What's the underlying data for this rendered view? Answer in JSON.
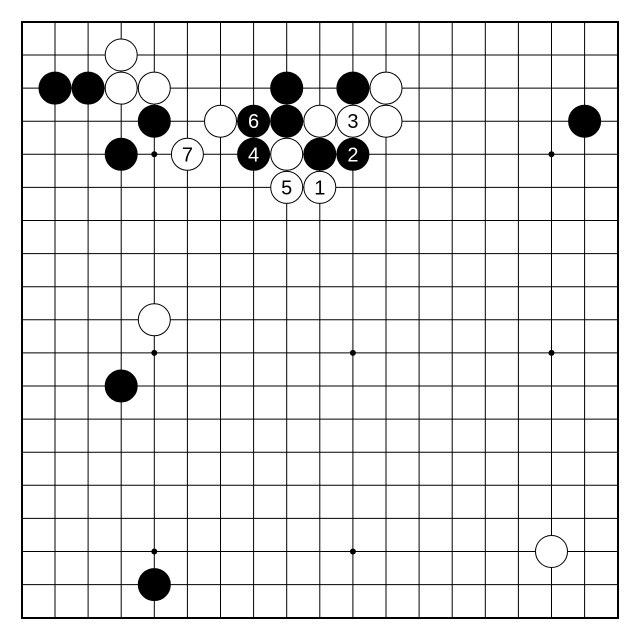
{
  "board": {
    "size": 19,
    "colors": {
      "background": "#ffffff",
      "line": "#000000",
      "black": "#000000",
      "white": "#ffffff"
    },
    "hoshi": [
      [
        3,
        3
      ],
      [
        9,
        3
      ],
      [
        15,
        3
      ],
      [
        3,
        9
      ],
      [
        9,
        9
      ],
      [
        15,
        9
      ],
      [
        3,
        15
      ],
      [
        9,
        15
      ],
      [
        15,
        15
      ]
    ],
    "stones": [
      {
        "col": 2,
        "row": 0,
        "color": "white",
        "label": ""
      },
      {
        "col": 0,
        "row": 1,
        "color": "black",
        "label": ""
      },
      {
        "col": 1,
        "row": 1,
        "color": "black",
        "label": ""
      },
      {
        "col": 2,
        "row": 1,
        "color": "white",
        "label": ""
      },
      {
        "col": 3,
        "row": 1,
        "color": "white",
        "label": ""
      },
      {
        "col": 7,
        "row": 1,
        "color": "black",
        "label": ""
      },
      {
        "col": 9,
        "row": 1,
        "color": "black",
        "label": ""
      },
      {
        "col": 10,
        "row": 1,
        "color": "white",
        "label": ""
      },
      {
        "col": 3,
        "row": 2,
        "color": "black",
        "label": ""
      },
      {
        "col": 5,
        "row": 2,
        "color": "white",
        "label": ""
      },
      {
        "col": 6,
        "row": 2,
        "color": "black",
        "label": "6"
      },
      {
        "col": 7,
        "row": 2,
        "color": "black",
        "label": ""
      },
      {
        "col": 8,
        "row": 2,
        "color": "white",
        "label": ""
      },
      {
        "col": 9,
        "row": 2,
        "color": "white",
        "label": "3"
      },
      {
        "col": 10,
        "row": 2,
        "color": "white",
        "label": ""
      },
      {
        "col": 16,
        "row": 2,
        "color": "black",
        "label": ""
      },
      {
        "col": 2,
        "row": 3,
        "color": "black",
        "label": ""
      },
      {
        "col": 4,
        "row": 3,
        "color": "white",
        "label": "7"
      },
      {
        "col": 6,
        "row": 3,
        "color": "black",
        "label": "4"
      },
      {
        "col": 7,
        "row": 3,
        "color": "white",
        "label": ""
      },
      {
        "col": 8,
        "row": 3,
        "color": "black",
        "label": ""
      },
      {
        "col": 9,
        "row": 3,
        "color": "black",
        "label": "2"
      },
      {
        "col": 7,
        "row": 4,
        "color": "white",
        "label": "5"
      },
      {
        "col": 8,
        "row": 4,
        "color": "white",
        "label": "1"
      },
      {
        "col": 3,
        "row": 8,
        "color": "white",
        "label": ""
      },
      {
        "col": 2,
        "row": 10,
        "color": "black",
        "label": ""
      },
      {
        "col": 3,
        "row": 16,
        "color": "black",
        "label": ""
      },
      {
        "col": 15,
        "row": 15,
        "color": "white",
        "label": ""
      }
    ]
  }
}
